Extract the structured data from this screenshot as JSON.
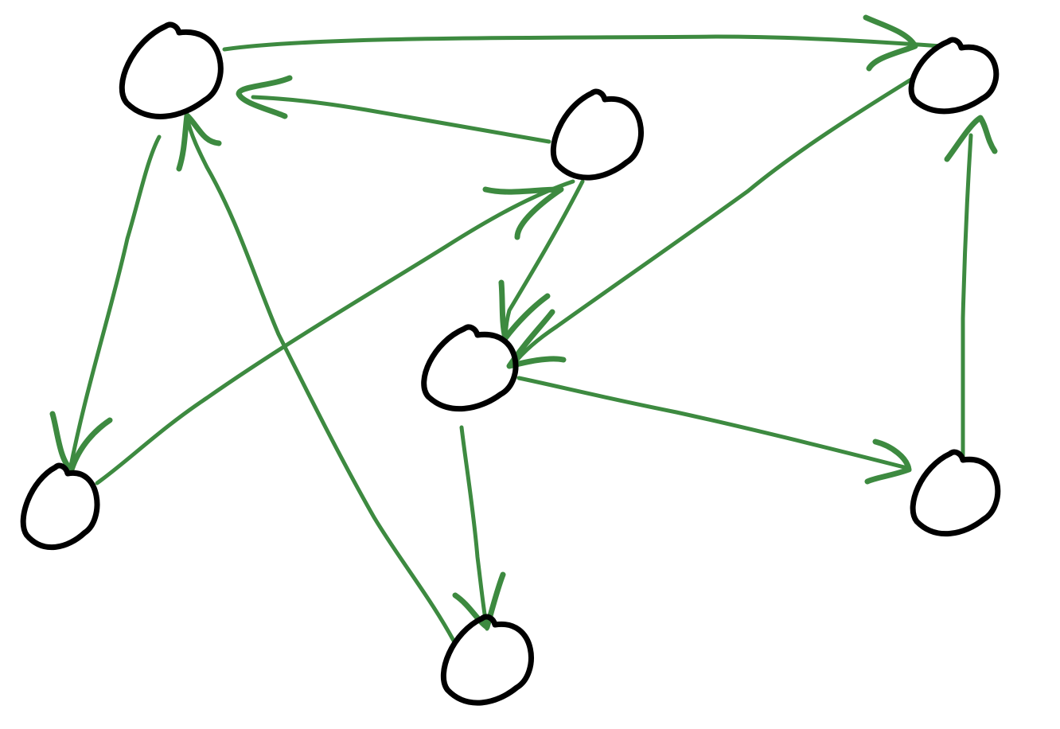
{
  "colors": {
    "node": "#000000",
    "edge": "#3d8a40",
    "background": "#ffffff"
  },
  "nodes": [
    {
      "id": "A"
    },
    {
      "id": "B"
    },
    {
      "id": "C"
    },
    {
      "id": "D"
    },
    {
      "id": "E"
    },
    {
      "id": "F"
    },
    {
      "id": "G"
    }
  ],
  "edges": [
    {
      "from": "A",
      "to": "B"
    },
    {
      "from": "C",
      "to": "A"
    },
    {
      "from": "A",
      "to": "E"
    },
    {
      "from": "F",
      "to": "A"
    },
    {
      "from": "E",
      "to": "C"
    },
    {
      "from": "C",
      "to": "D"
    },
    {
      "from": "B",
      "to": "D"
    },
    {
      "from": "D",
      "to": "G"
    },
    {
      "from": "G",
      "to": "B"
    },
    {
      "from": "D",
      "to": "F"
    }
  ]
}
